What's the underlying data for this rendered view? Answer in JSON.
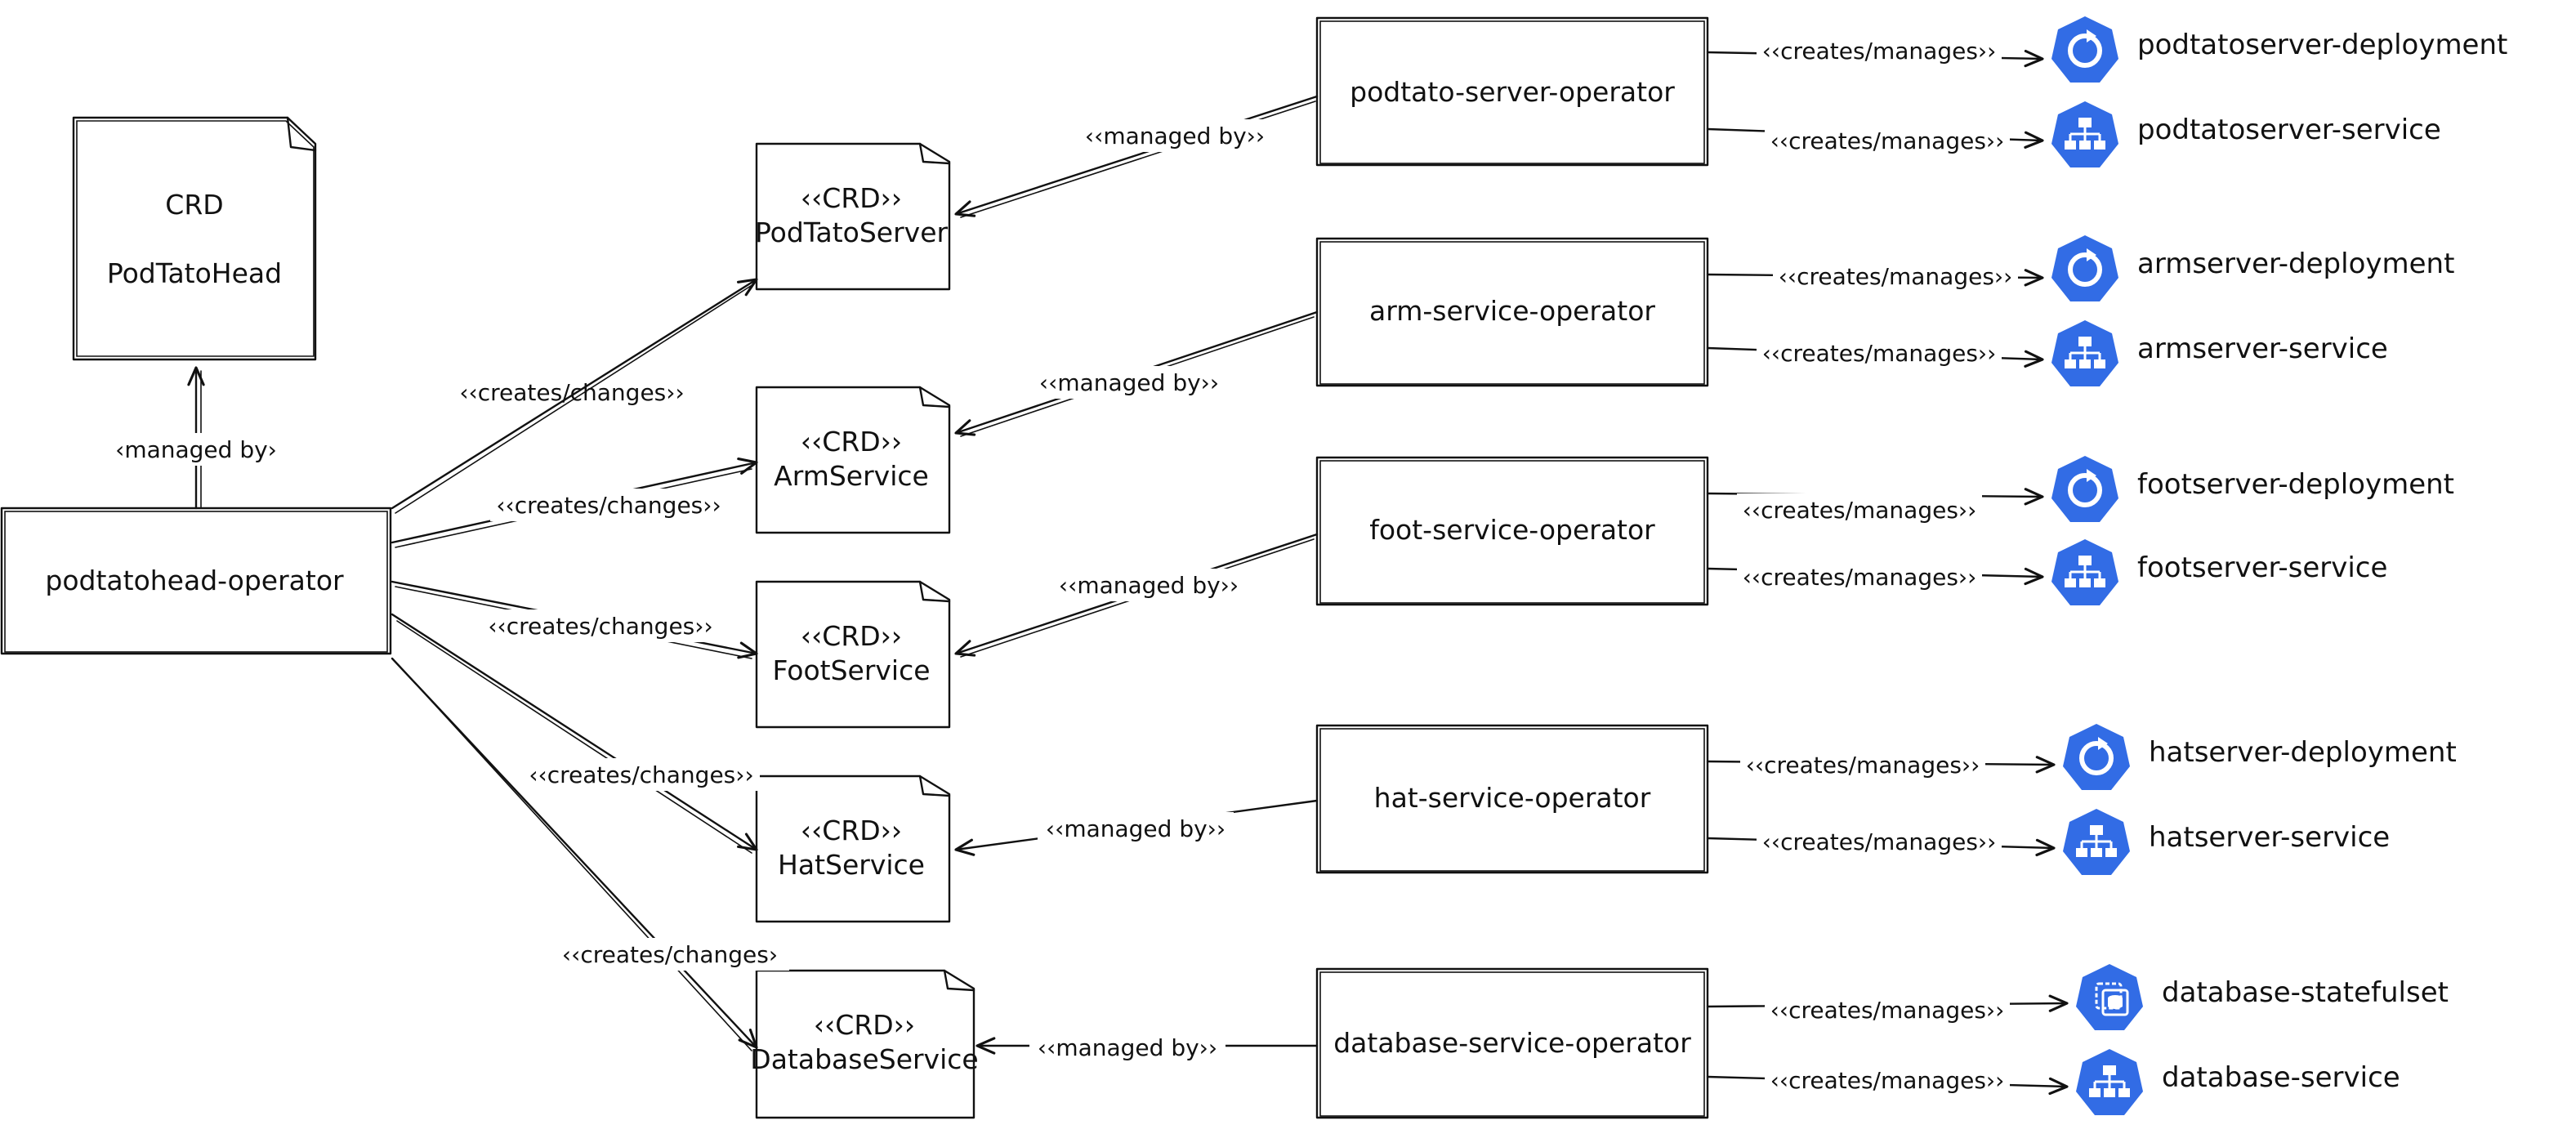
{
  "main_operator": {
    "label": "podtatohead-operator"
  },
  "main_crd": {
    "line1": "CRD",
    "line2": "PodTatoHead",
    "edge_label": "‹managed by›"
  },
  "crds": [
    {
      "stereotype": "‹‹CRD››",
      "name": "PodTatoServer",
      "create_label": "‹‹creates/changes››",
      "managed_label": "‹‹managed by››"
    },
    {
      "stereotype": "‹‹CRD››",
      "name": "ArmService",
      "create_label": "‹‹creates/changes››",
      "managed_label": "‹‹managed by››"
    },
    {
      "stereotype": "‹‹CRD››",
      "name": "FootService",
      "create_label": "‹‹creates/changes››",
      "managed_label": "‹‹managed by››"
    },
    {
      "stereotype": "‹‹CRD››",
      "name": "HatService",
      "create_label": "‹‹creates/changes››",
      "managed_label": "‹‹managed by››"
    },
    {
      "stereotype": "‹‹CRD››",
      "name": "DatabaseService",
      "create_label": "‹‹creates/changes›",
      "managed_label": "‹‹managed by››"
    }
  ],
  "operators": [
    {
      "label": "podtato-server-operator",
      "resources": [
        {
          "name": "podtatoserver-deployment",
          "icon": "deployment-icon",
          "edge_label": "‹‹creates/manages››"
        },
        {
          "name": "podtatoserver-service",
          "icon": "service-icon",
          "edge_label": "‹‹creates/manages››"
        }
      ]
    },
    {
      "label": "arm-service-operator",
      "resources": [
        {
          "name": "armserver-deployment",
          "icon": "deployment-icon",
          "edge_label": "‹‹creates/manages››"
        },
        {
          "name": "armserver-service",
          "icon": "service-icon",
          "edge_label": "‹‹creates/manages››"
        }
      ]
    },
    {
      "label": "foot-service-operator",
      "resources": [
        {
          "name": "footserver-deployment",
          "icon": "deployment-icon",
          "edge_label": "‹‹creates/manages››"
        },
        {
          "name": "footserver-service",
          "icon": "service-icon",
          "edge_label": "‹‹creates/manages››"
        }
      ]
    },
    {
      "label": "hat-service-operator",
      "resources": [
        {
          "name": "hatserver-deployment",
          "icon": "deployment-icon",
          "edge_label": "‹‹creates/manages››"
        },
        {
          "name": "hatserver-service",
          "icon": "service-icon",
          "edge_label": "‹‹creates/manages››"
        }
      ]
    },
    {
      "label": "database-service-operator",
      "resources": [
        {
          "name": "database-statefulset",
          "icon": "statefulset-icon",
          "edge_label": "‹‹creates/manages››"
        },
        {
          "name": "database-service",
          "icon": "service-icon",
          "edge_label": "‹‹creates/manages››"
        }
      ]
    }
  ],
  "colors": {
    "k8s_blue": "#326ce5",
    "stroke": "#111111",
    "background": "#ffffff"
  }
}
